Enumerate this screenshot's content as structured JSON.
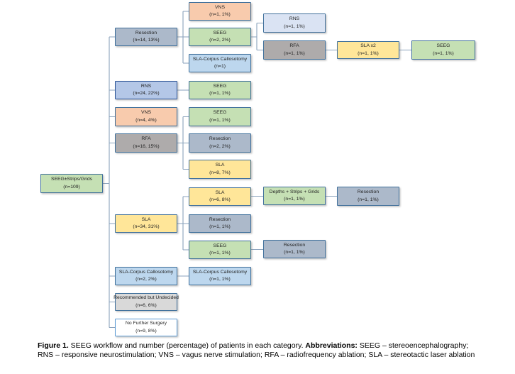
{
  "palette": {
    "seeg_green": "#c5e0b4",
    "resection_bluegray": "#acb9ca",
    "rns_blue": "#b4c7e7",
    "rns_paleblue": "#dae3f3",
    "vns_orange": "#f8cbad",
    "rfa_gray": "#aeabab",
    "sla_yellow": "#ffe699",
    "callosotomy_lightblue": "#bdd7ee",
    "undecided_lightgray": "#d9d9d9",
    "no_surgery_white": "#ffffff",
    "box_border_blue": "#41719c",
    "connector_blue": "#8aa2bc",
    "background": "#ffffff"
  },
  "nodes": [
    {
      "id": "root",
      "label": "SEEG±Strips/Grids",
      "stats": "(n=109)",
      "color": "green"
    },
    {
      "id": "resection-14",
      "label": "Resection",
      "stats": "(n=14, 13%)",
      "color": "bluegray"
    },
    {
      "id": "rns-24",
      "label": "RNS",
      "stats": "(n=24, 22%)",
      "color": "blue"
    },
    {
      "id": "vns-4",
      "label": "VNS",
      "stats": "(n=4, 4%)",
      "color": "orange"
    },
    {
      "id": "rfa-16",
      "label": "RFA",
      "stats": "(n=16, 15%)",
      "color": "gray"
    },
    {
      "id": "sla-34",
      "label": "SLA",
      "stats": "(n=34, 31%)",
      "color": "yellow"
    },
    {
      "id": "slacc-2",
      "label": "SLA-Corpus Callosotomy",
      "stats": "(n=2, 2%)",
      "color": "lightblue"
    },
    {
      "id": "recommended-6",
      "label": "Recommended but Undecided",
      "stats": "(n=6, 6%)",
      "color": "lightgray"
    },
    {
      "id": "no-further-9",
      "label": "No Further Surgery",
      "stats": "(n=9, 8%)",
      "color": "white"
    },
    {
      "id": "vns-1",
      "label": "VNS",
      "stats": "(n=1, 1%)",
      "color": "orange"
    },
    {
      "id": "seeg-2",
      "label": "SEEG",
      "stats": "(n=2, 2%)",
      "color": "green"
    },
    {
      "id": "slacc-1",
      "label": "SLA-Corpus Callosotomy",
      "stats": "(n=1)",
      "color": "lightblue"
    },
    {
      "id": "seeg-1-after-rns",
      "label": "SEEG",
      "stats": "(n=1, 1%)",
      "color": "green"
    },
    {
      "id": "seeg-1-after-rfa",
      "label": "SEEG",
      "stats": "(n=1, 1%)",
      "color": "green"
    },
    {
      "id": "resection-2",
      "label": "Resection",
      "stats": "(n=2, 2%)",
      "color": "bluegray"
    },
    {
      "id": "sla-8",
      "label": "SLA",
      "stats": "(n=8, 7%)",
      "color": "yellow"
    },
    {
      "id": "sla-6",
      "label": "SLA",
      "stats": "(n=6, 8%)",
      "color": "yellow"
    },
    {
      "id": "resection-1-after-sla",
      "label": "Resection",
      "stats": "(n=1, 1%)",
      "color": "bluegray"
    },
    {
      "id": "seeg-1-after-sla",
      "label": "SEEG",
      "stats": "(n=1, 1%)",
      "color": "green"
    },
    {
      "id": "slacc-1-followup",
      "label": "SLA-Corpus Callosotomy",
      "stats": "(n=1, 1%)",
      "color": "lightblue"
    },
    {
      "id": "rns-1",
      "label": "RNS",
      "stats": "(n=1, 1%)",
      "color": "paleblue"
    },
    {
      "id": "rfa-1",
      "label": "RFA",
      "stats": "(n=1, 1%)",
      "color": "gray"
    },
    {
      "id": "depths-strips-grids",
      "label": "Depths + Strips + Grids",
      "stats": "(n=1, 1%)",
      "color": "green"
    },
    {
      "id": "resection-1-after-seeg",
      "label": "Resection",
      "stats": "(n=1, 1%)",
      "color": "bluegray"
    },
    {
      "id": "sla-x2",
      "label": "SLA x2",
      "stats": "(n=1, 1%)",
      "color": "yellow"
    },
    {
      "id": "resection-1-after-depths",
      "label": "Resection",
      "stats": "(n=1, 1%)",
      "color": "bluegray"
    },
    {
      "id": "seeg-1-after-slax2",
      "label": "SEEG",
      "stats": "(n=1, 1%)",
      "color": "green"
    }
  ],
  "caption": {
    "figure_label": "Figure 1.",
    "figure_text": "  SEEG workflow and number (percentage) of patients in each category.  ",
    "abbr_label": "Abbreviations:",
    "abbr_text": " SEEG – stereoencephalography; RNS – responsive neurostimulation; VNS – vagus nerve stimulation; RFA – radiofrequency ablation; SLA – stereotactic laser ablation"
  }
}
